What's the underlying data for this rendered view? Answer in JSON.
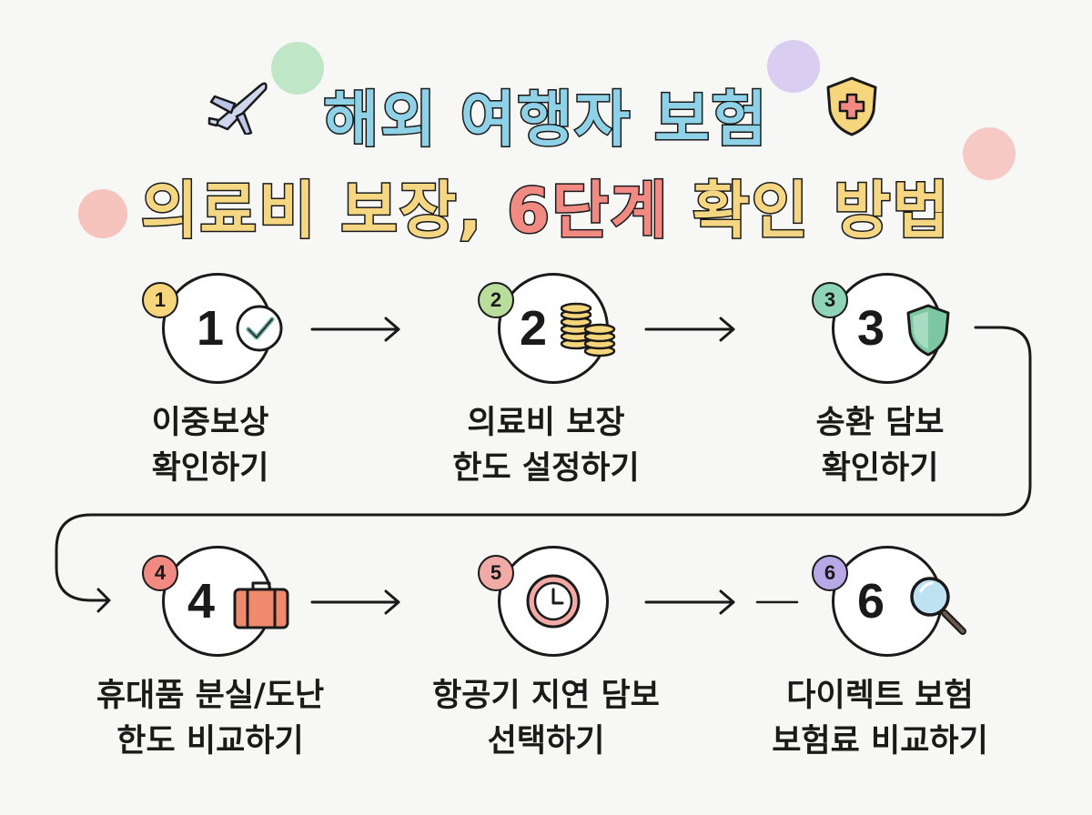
{
  "title": {
    "line1": "해외 여행자 보험",
    "line2_part1": "의료비 보장, ",
    "line2_highlight": "6단계",
    "line2_part2": " 확인 방법"
  },
  "steps": [
    {
      "badge": "1",
      "number": "1",
      "label_line1": "이중보상",
      "label_line2": "확인하기",
      "icon": "check-circle-icon",
      "badge_color": "#f6d67c"
    },
    {
      "badge": "2",
      "number": "2",
      "label_line1": "의료비 보장",
      "label_line2": "한도 설정하기",
      "icon": "coins-icon",
      "badge_color": "#b9dd9a"
    },
    {
      "badge": "3",
      "number": "3",
      "label_line1": "송환 담보",
      "label_line2": "확인하기",
      "icon": "shield-icon",
      "badge_color": "#8fd4b8"
    },
    {
      "badge": "4",
      "number": "4",
      "label_line1": "휴대품 분실/도난",
      "label_line2": "한도 비교하기",
      "icon": "suitcase-icon",
      "badge_color": "#f08a82"
    },
    {
      "badge": "5",
      "number": "5",
      "label_line1": "항공기 지연 담보",
      "label_line2": "선택하기",
      "icon": "clock-icon",
      "badge_color": "#f2aaa6"
    },
    {
      "badge": "6",
      "number": "6",
      "label_line1": "다이렉트 보험",
      "label_line2": "보험료 비교하기",
      "icon": "magnifier-icon",
      "badge_color": "#b8a8e6"
    }
  ],
  "title_icons": [
    "airplane-icon",
    "medical-shield-icon"
  ],
  "colors": {
    "title_blue": "#8fd1e6",
    "title_yellow": "#f5d783",
    "title_red": "#f08a82",
    "outline": "#1a1a1a"
  }
}
